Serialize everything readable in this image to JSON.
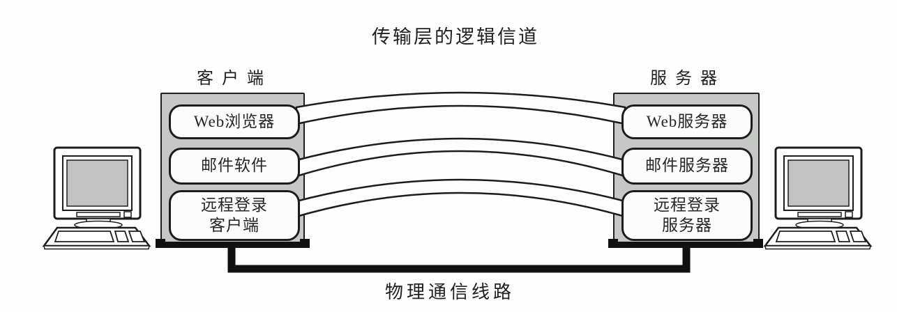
{
  "diagram": {
    "title": "传输层的逻辑信道",
    "physical_line_label": "物理通信线路",
    "client": {
      "label": "客户端",
      "apps": [
        {
          "lines": [
            "Web浏览器"
          ]
        },
        {
          "lines": [
            "邮件软件"
          ]
        },
        {
          "lines": [
            "远程登录",
            "客户端"
          ]
        }
      ]
    },
    "server": {
      "label": "服务器",
      "apps": [
        {
          "lines": [
            "Web服务器"
          ]
        },
        {
          "lines": [
            "邮件服务器"
          ]
        },
        {
          "lines": [
            "远程登录",
            "服务器"
          ]
        }
      ]
    },
    "icons": {
      "left": "client-computer-icon",
      "right": "server-computer-icon"
    },
    "colors": {
      "host_box_fill": "#c6c8c6",
      "app_node_fill": "#fcfcfc",
      "outline": "#1c1c1c",
      "physical_line": "#111111",
      "screen_fill": "#c2c2c2",
      "background": "#fefefe"
    }
  }
}
